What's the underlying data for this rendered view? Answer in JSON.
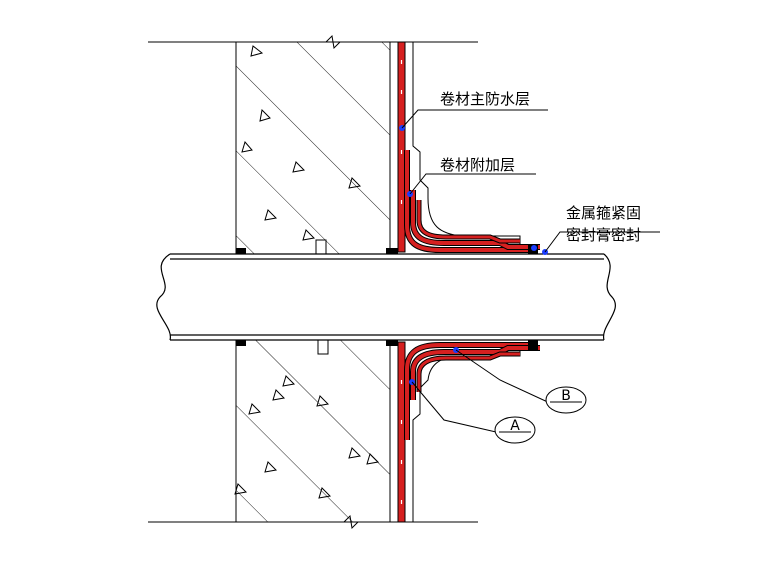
{
  "labels": {
    "main_waterproof_layer": "卷材主防水层",
    "additional_layer": "卷材附加层",
    "hoop_line1": "金属箍紧固",
    "hoop_line2": "密封膏密封"
  },
  "detail_markers": {
    "a": "A",
    "b": "B"
  },
  "colors": {
    "line": "#000000",
    "membrane_red": "#d62020",
    "anchor_blue": "#1a3cff",
    "background": "#ffffff"
  }
}
